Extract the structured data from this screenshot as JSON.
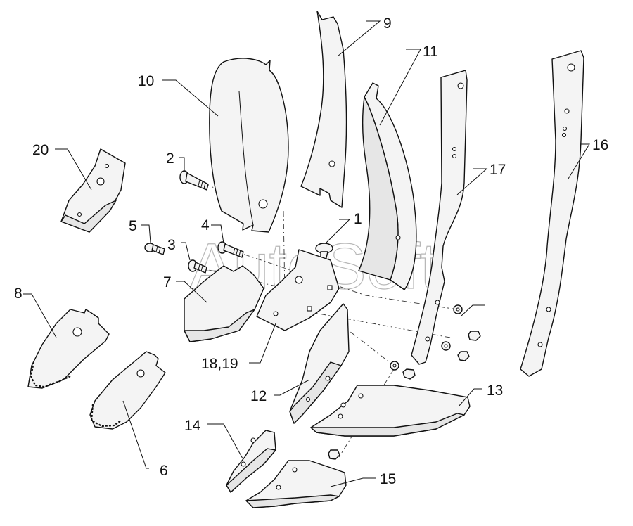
{
  "watermark": "AutoSoft",
  "callouts": {
    "c1": "1",
    "c2": "2",
    "c3": "3",
    "c4": "4",
    "c5": "5",
    "c6": "6",
    "c7": "7",
    "c8": "8",
    "c9": "9",
    "c10": "10",
    "c11": "11",
    "c12": "12",
    "c13": "13",
    "c14": "14",
    "c15": "15",
    "c16": "16",
    "c17": "17",
    "c18_19": "18,19",
    "c20": "20"
  }
}
